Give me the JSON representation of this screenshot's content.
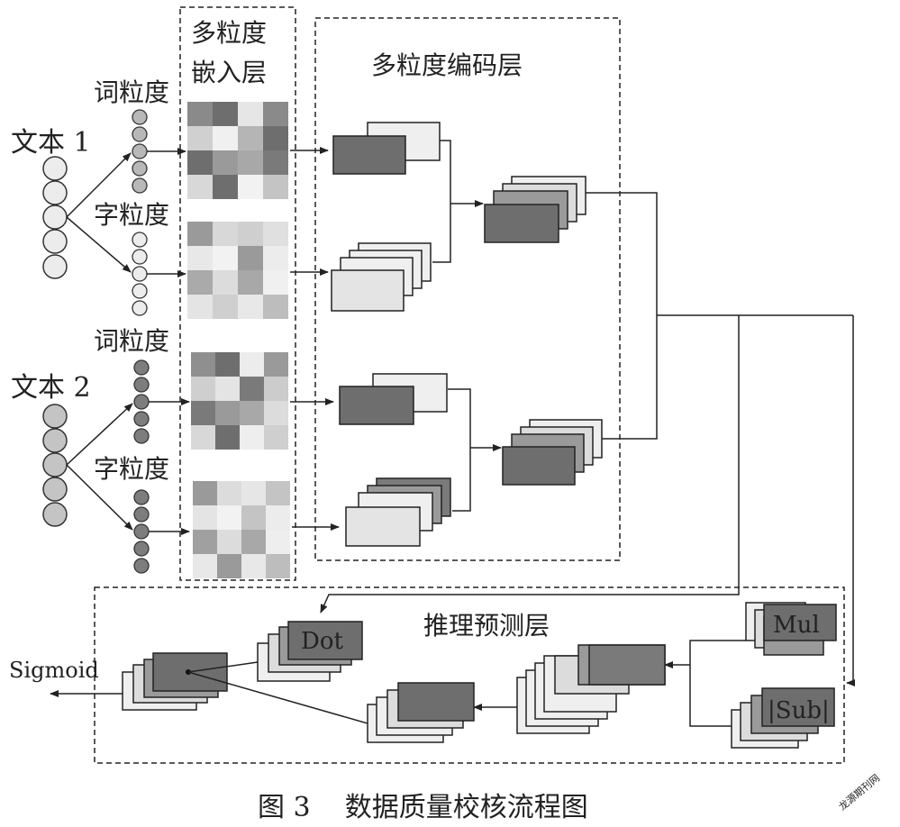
{
  "inputs": {
    "text1": "文本 1",
    "text2": "文本 2",
    "word_granularity": "词粒度",
    "char_granularity": "字粒度"
  },
  "layers": {
    "embedding_line1": "多粒度",
    "embedding_line2": "嵌入层",
    "encoding": "多粒度编码层",
    "inference": "推理预测层"
  },
  "ops": {
    "dot": "Dot",
    "mul": "Mul",
    "sub": "|Sub|",
    "sigmoid": "Sigmoid"
  },
  "caption": "图 3    数据质量校核流程图",
  "watermark": "龙源期刊网",
  "colors": {
    "dark": "#6e6e6e",
    "mid": "#9a9a9a",
    "light": "#dcdcdc",
    "pale": "#efefef",
    "stroke": "#222222"
  }
}
